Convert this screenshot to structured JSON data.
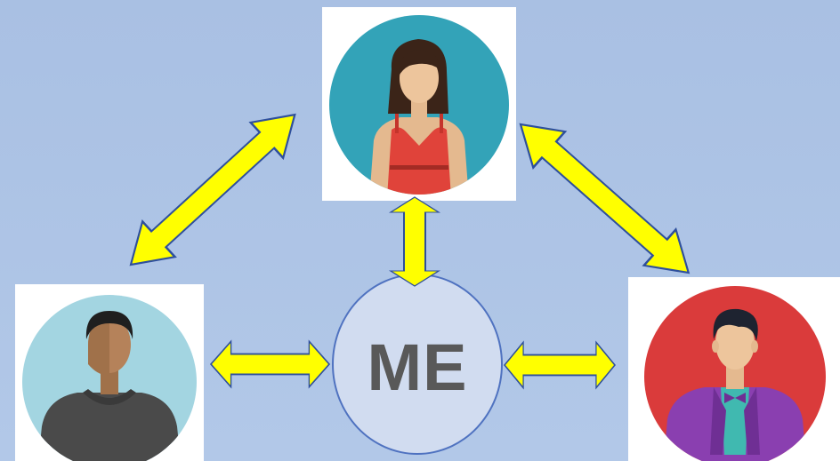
{
  "center_node": {
    "label": "ME"
  },
  "people": [
    {
      "role": "woman-avatar",
      "position": "top"
    },
    {
      "role": "man-avatar",
      "position": "bottom-left"
    },
    {
      "role": "man-in-suit-avatar",
      "position": "bottom-right"
    }
  ],
  "arrow_style": {
    "fill": "#ffff00",
    "stroke": "#2e4f9c",
    "type": "double-headed"
  },
  "colors": {
    "background": "#adc3e4",
    "me_fill": "#d1dcf0",
    "me_border": "#4f72c0",
    "me_text": "#595959"
  }
}
